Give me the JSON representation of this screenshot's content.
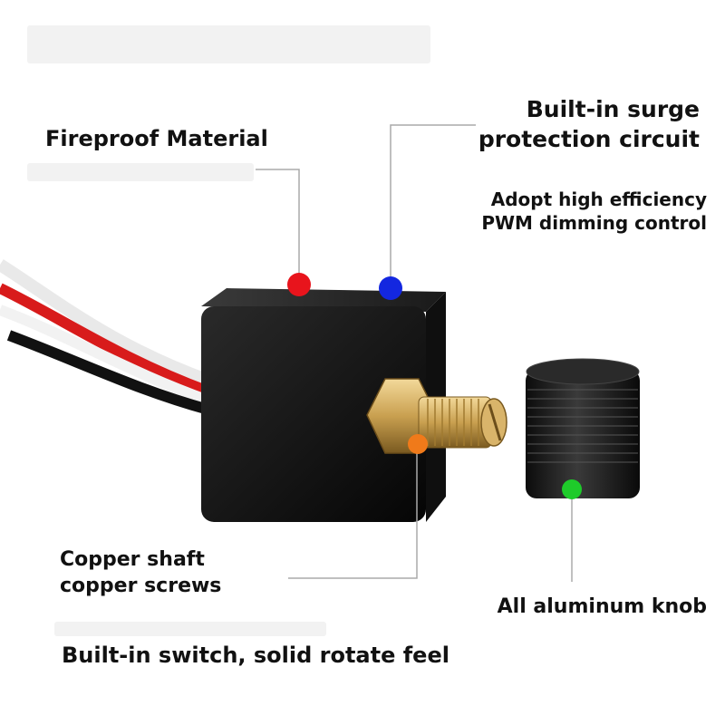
{
  "labels": {
    "fireproof": "Fireproof Material",
    "surge_line1": "Built-in surge",
    "surge_line2": "protection circuit",
    "pwm_line1": "Adopt high efficiency",
    "pwm_line2": "PWM dimming control",
    "copper_line1": "Copper shaft",
    "copper_line2": "copper screws",
    "knob": "All aluminum knob",
    "switch": "Built-in switch, solid rotate feel"
  },
  "colors": {
    "fireproof_dot": "#e8141c",
    "surge_dot": "#1327e0",
    "copper_dot": "#f07a1a",
    "knob_dot": "#1ecb2a",
    "leader_line": "#aaaaaa",
    "text": "#111111"
  }
}
